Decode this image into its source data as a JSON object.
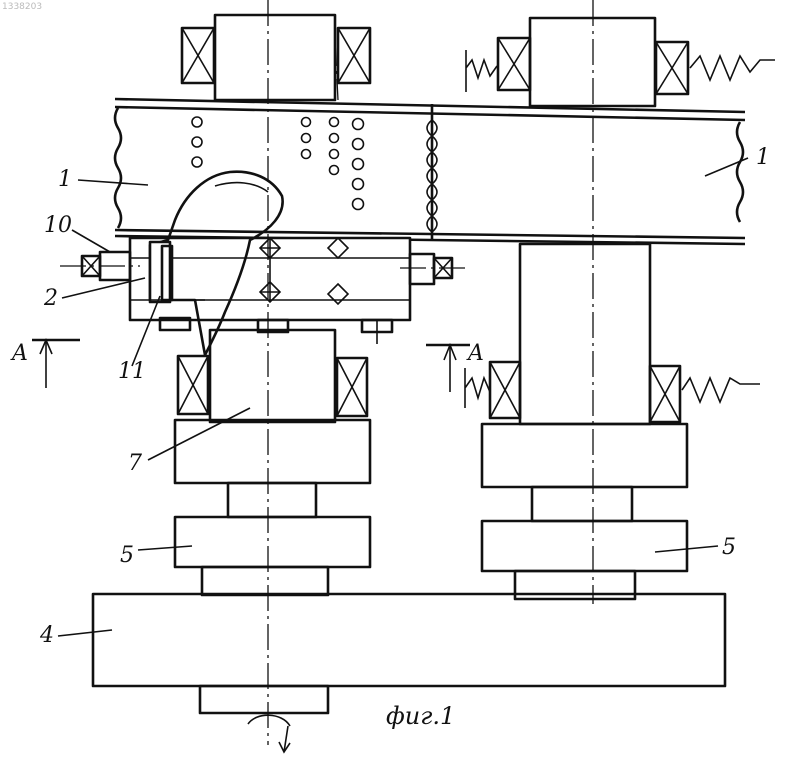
{
  "watermark": "1338203",
  "labels": {
    "part_1_left": "1",
    "part_1_right": "1",
    "part_10": "10",
    "part_2": "2",
    "part_11": "11",
    "part_7": "7",
    "part_5_left": "5",
    "part_5_right": "5",
    "part_4": "4",
    "section_a_left": "A",
    "section_a_right": "A"
  },
  "caption": "фиг.1"
}
